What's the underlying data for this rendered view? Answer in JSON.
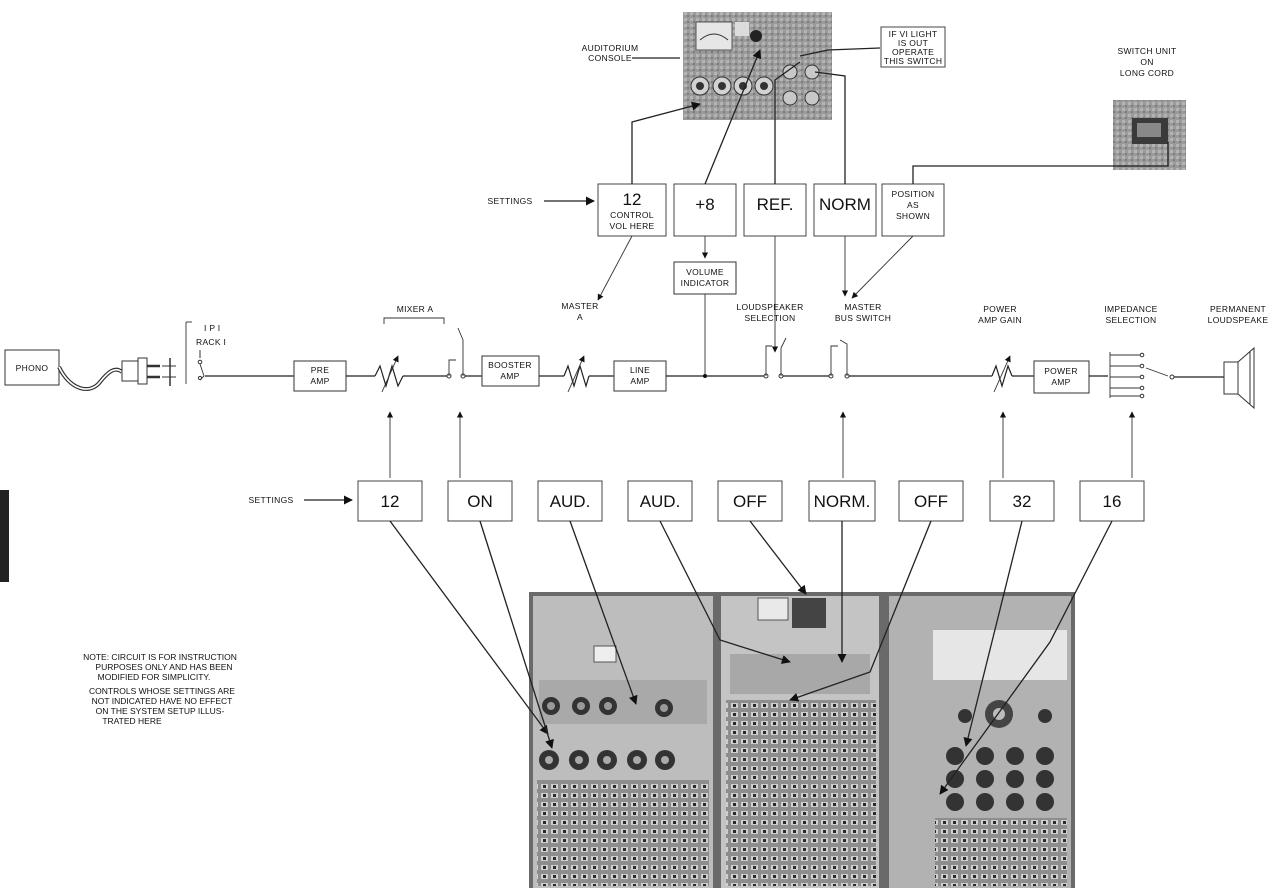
{
  "console": {
    "label_lines": [
      "AUDITORIUM",
      "CONSOLE"
    ],
    "vi_note_lines": [
      "IF VI LIGHT",
      "IS OUT",
      "OPERATE",
      "THIS SWITCH"
    ]
  },
  "switch_unit": {
    "label_lines": [
      "SWITCH UNIT",
      "ON",
      "LONG CORD"
    ]
  },
  "top_settings": {
    "label": "SETTINGS",
    "control": {
      "value": "12",
      "line2": "CONTROL",
      "line3": "VOL HERE"
    },
    "vi": "+8",
    "ref": "REF.",
    "norm": "NORM",
    "position_lines": [
      "POSITION",
      "AS",
      "SHOWN"
    ]
  },
  "volume_indicator_lines": [
    "VOLUME",
    "INDICATOR"
  ],
  "chain": {
    "phono": "PHONO",
    "ip_lines": [
      "I P I",
      "RACK I"
    ],
    "preamp_lines": [
      "PRE",
      "AMP"
    ],
    "mixer_a": "MIXER A",
    "booster_lines": [
      "BOOSTER",
      "AMP"
    ],
    "master_a_lines": [
      "MASTER",
      "A"
    ],
    "line_amp_lines": [
      "LINE",
      "AMP"
    ],
    "loudspeaker_selection_lines": [
      "LOUDSPEAKER",
      "SELECTION"
    ],
    "master_bus_lines": [
      "MASTER",
      "BUS SWITCH"
    ],
    "power_amp_gain_lines": [
      "POWER",
      "AMP GAIN"
    ],
    "power_amp_lines": [
      "POWER",
      "AMP"
    ],
    "impedance_lines": [
      "IMPEDANCE",
      "SELECTION"
    ],
    "permanent_lines": [
      "PERMANENT",
      "LOUDSPEAKE"
    ]
  },
  "bottom_settings": {
    "label": "SETTINGS",
    "values": [
      "12",
      "ON",
      "AUD.",
      "AUD.",
      "OFF",
      "NORM.",
      "OFF",
      "32",
      "16"
    ]
  },
  "note": {
    "para1": [
      "NOTE: CIRCUIT IS FOR INSTRUCTION",
      "PURPOSES ONLY AND HAS BEEN",
      "MODIFIED FOR SIMPLICITY."
    ],
    "para2": [
      "CONTROLS WHOSE SETTINGS ARE",
      "NOT INDICATED HAVE NO EFFECT",
      "ON THE SYSTEM SETUP ILLUS-",
      "TRATED HERE"
    ]
  }
}
